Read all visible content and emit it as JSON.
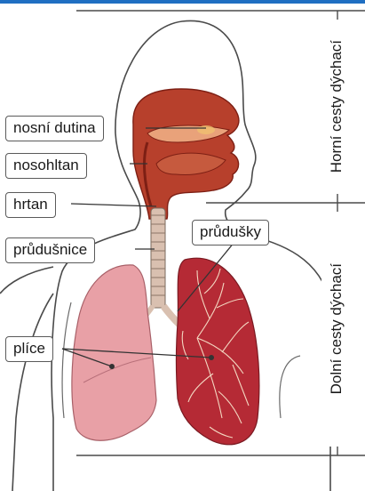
{
  "labels": {
    "nasal_cavity": "nosní dutina",
    "nasopharynx": "nosohltan",
    "larynx": "hrtan",
    "trachea": "průdušnice",
    "bronchi": "průdušky",
    "lungs": "plíce"
  },
  "regions": {
    "upper": "Horní cesty dýchací",
    "lower": "Dolní cesty dýchací"
  },
  "colors": {
    "top_band": "#1f6fc2",
    "outline": "#4a4a4a",
    "head_fill": "#b7402c",
    "head_dark": "#7d1f14",
    "nasal_fill": "#e9a27a",
    "trachea_fill": "#d9c0b0",
    "lung_left": "#e8a0a6",
    "lung_right": "#b52a35"
  }
}
